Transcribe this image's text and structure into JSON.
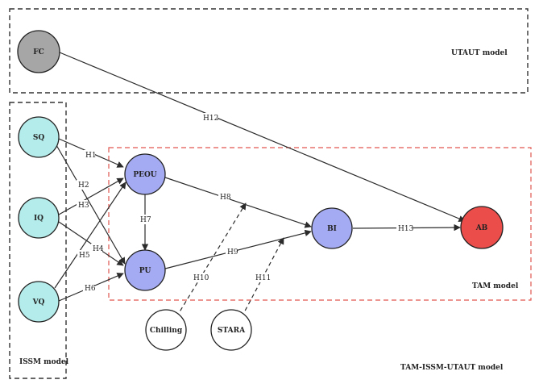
{
  "diagram": {
    "colors": {
      "fc": "#a6a6a6",
      "issm": "#b3ecea",
      "tam": "#a5abf2",
      "ab": "#ea4d4a",
      "ext": "#ffffff",
      "group_border": "#333333",
      "tam_border": "#e0564f",
      "edge": "#2b2b2b"
    },
    "groups": {
      "utaut": "UTAUT model",
      "issm": "ISSM model",
      "tam": "TAM model",
      "combined": "TAM-ISSM-UTAUT model"
    },
    "nodes": {
      "fc": "FC",
      "sq": "SQ",
      "iq": "IQ",
      "vq": "VQ",
      "peou": "PEOU",
      "pu": "PU",
      "bi": "BI",
      "ab": "AB",
      "chilling": "Chilling",
      "stara": "STARA"
    },
    "hypotheses": {
      "h1": "H1",
      "h2": "H2",
      "h3": "H3",
      "h4": "H4",
      "h5": "H5",
      "h6": "H6",
      "h7": "H7",
      "h8": "H8",
      "h9": "H9",
      "h10": "H10",
      "h11": "H11",
      "h12": "H12",
      "h13": "H13"
    }
  }
}
